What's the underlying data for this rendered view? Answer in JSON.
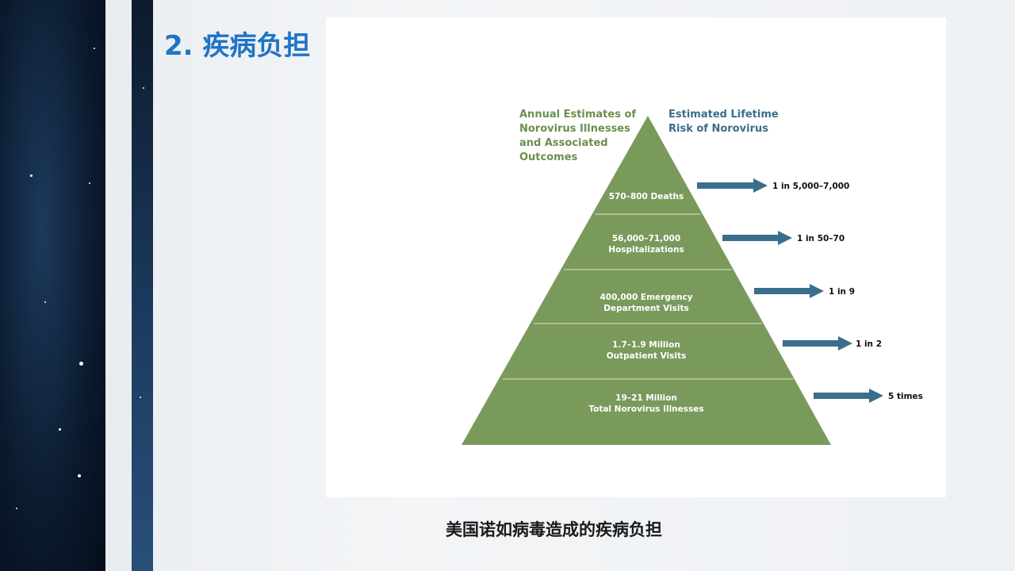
{
  "slide": {
    "title": "2. 疾病负担",
    "caption": "美国诺如病毒造成的疾病负担"
  },
  "diagram": {
    "left_heading": [
      "Annual Estimates of",
      "Norovirus Illnesses",
      "and Associated",
      "Outcomes"
    ],
    "right_heading": [
      "Estimated Lifetime",
      "Risk of Norovirus"
    ],
    "levels": [
      {
        "lines": [
          "570–800 Deaths"
        ],
        "risk": "1 in 5,000–7,000"
      },
      {
        "lines": [
          "56,000–71,000",
          "Hospitalizations"
        ],
        "risk": "1 in 50–70"
      },
      {
        "lines": [
          "400,000 Emergency",
          "Department Visits"
        ],
        "risk": "1 in 9"
      },
      {
        "lines": [
          "1.7–1.9 Million",
          "Outpatient Visits"
        ],
        "risk": "1 in 2"
      },
      {
        "lines": [
          "19–21 Million",
          "Total Norovirus Illnesses"
        ],
        "risk": "5 times"
      }
    ],
    "colors": {
      "pyramid": "#7a9a5c",
      "pyramid_divider": "#c9d6b4",
      "left_heading": "#6b8f4e",
      "right_heading": "#3a6e8c",
      "arrow": "#3a6e8c"
    }
  }
}
